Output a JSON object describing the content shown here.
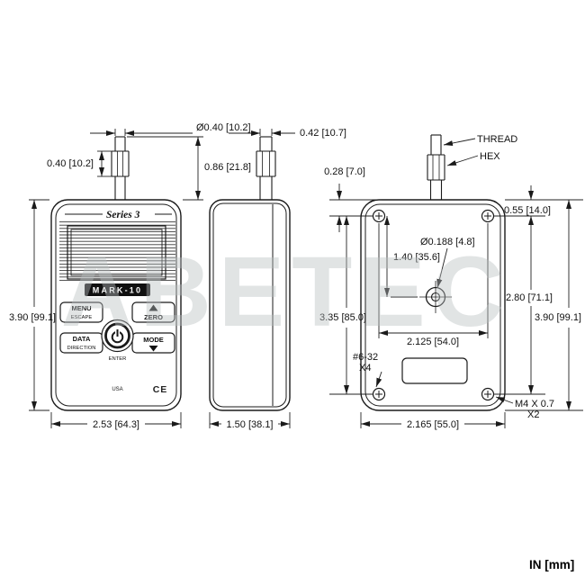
{
  "watermark": "ABETEC",
  "footer": {
    "units": "IN [mm]"
  },
  "front": {
    "series_label": "Series 3",
    "logo": "MARK-10",
    "btn_menu": "MENU",
    "btn_escape": "ESCAPE",
    "btn_zero": "ZERO",
    "btn_data": "DATA",
    "btn_direction": "DIRECTION",
    "btn_mode": "MODE",
    "btn_enter": "ENTER",
    "usa": "USA",
    "ce": "CE"
  },
  "dims": {
    "shaft_dia": "Ø0.40 [10.2]",
    "shaft_step_h": "0.40 [10.2]",
    "shaft_total_h": "0.86 [21.8]",
    "front_h": "3.90 [99.1]",
    "front_w": "2.53 [64.3]",
    "side_shaft_w": "0.42 [10.7]",
    "side_w": "1.50 [38.1]",
    "back_top_offset": "0.28 [7.0]",
    "back_tr_offset": "0.55 [14.0]",
    "hole_dia": "Ø0.188 [4.8]",
    "hole_v": "1.40 [35.6]",
    "back_left_h": "3.35 [85.0]",
    "back_right_h": "2.80 [71.1]",
    "back_total_h": "3.90 [99.1]",
    "screw_span_w": "2.125 [54.0]",
    "back_w": "2.165 [55.0]",
    "screw1": "#6-32",
    "screw1_qty": "X4",
    "screw2": "M4 X 0.7",
    "screw2_qty": "X2",
    "thread": "THREAD",
    "hex": "HEX"
  }
}
